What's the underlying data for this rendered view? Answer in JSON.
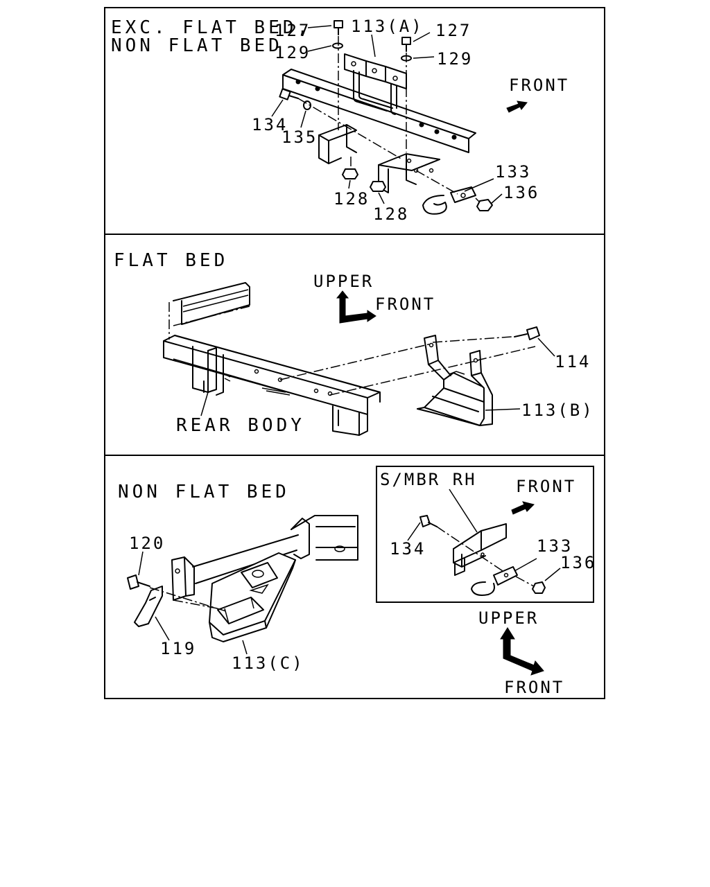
{
  "panels": {
    "exc_flat_bed": {
      "title_line1": "EXC. FLAT BED,",
      "title_line2": "NON FLAT BED",
      "direction": "FRONT",
      "callouts": {
        "bolt_127_left": "127",
        "bolt_127_right": "127",
        "bracket_113a": "113(A)",
        "washer_129_left": "129",
        "washer_129_right": "129",
        "bolt_134": "134",
        "washer_135": "135",
        "nut_128_left": "128",
        "nut_128_right": "128",
        "hook_133": "133",
        "nut_136": "136"
      }
    },
    "flat_bed": {
      "title": "FLAT BED",
      "direction_upper": "UPPER",
      "direction_front": "FRONT",
      "rear_body_label": "REAR BODY",
      "callouts": {
        "bolt_114": "114",
        "bracket_113b": "113(B)"
      }
    },
    "non_flat_bed": {
      "title": "NON FLAT BED",
      "direction_upper": "UPPER",
      "direction_front": "FRONT",
      "callouts": {
        "bolt_120": "120",
        "plate_119": "119",
        "bracket_113c": "113(C)"
      },
      "inset": {
        "title": "S/MBR RH",
        "direction": "FRONT",
        "callouts": {
          "bolt_134": "134",
          "hook_133": "133",
          "nut_136": "136"
        }
      }
    }
  }
}
